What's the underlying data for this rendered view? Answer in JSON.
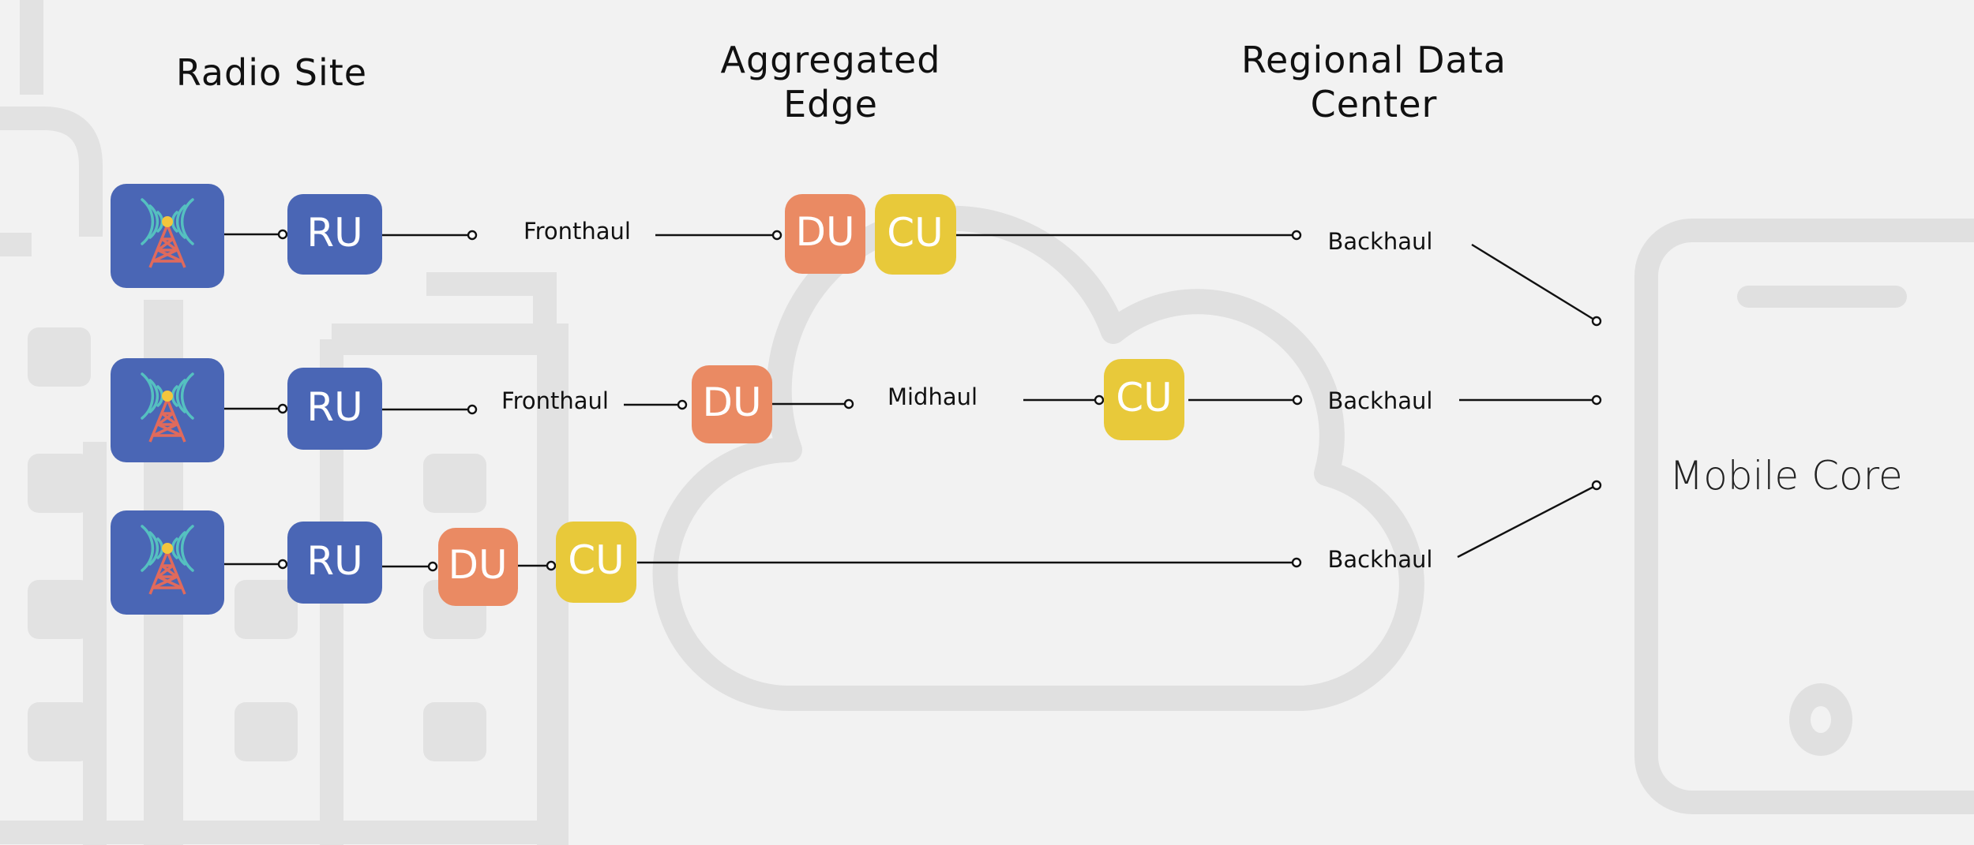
{
  "headers": {
    "radio_site": "Radio Site",
    "aggregated_edge_line1": "Aggregated",
    "aggregated_edge_line2": "Edge",
    "regional_line1": "Regional Data",
    "regional_line2": "Center"
  },
  "units": {
    "ru": "RU",
    "du": "DU",
    "cu": "CU"
  },
  "links": {
    "fronthaul": "Fronthaul",
    "midhaul": "Midhaul",
    "backhaul": "Backhaul"
  },
  "core": {
    "label": "Mobile Core"
  },
  "colors": {
    "background": "#f2f2f2",
    "ru_blue": "#4a66b5",
    "du_orange": "#ea8a63",
    "cu_yellow": "#e8c93a",
    "antenna_red": "#e06a5c",
    "signal_teal": "#55c0c0",
    "decor_gray": "#e2e2e2"
  }
}
